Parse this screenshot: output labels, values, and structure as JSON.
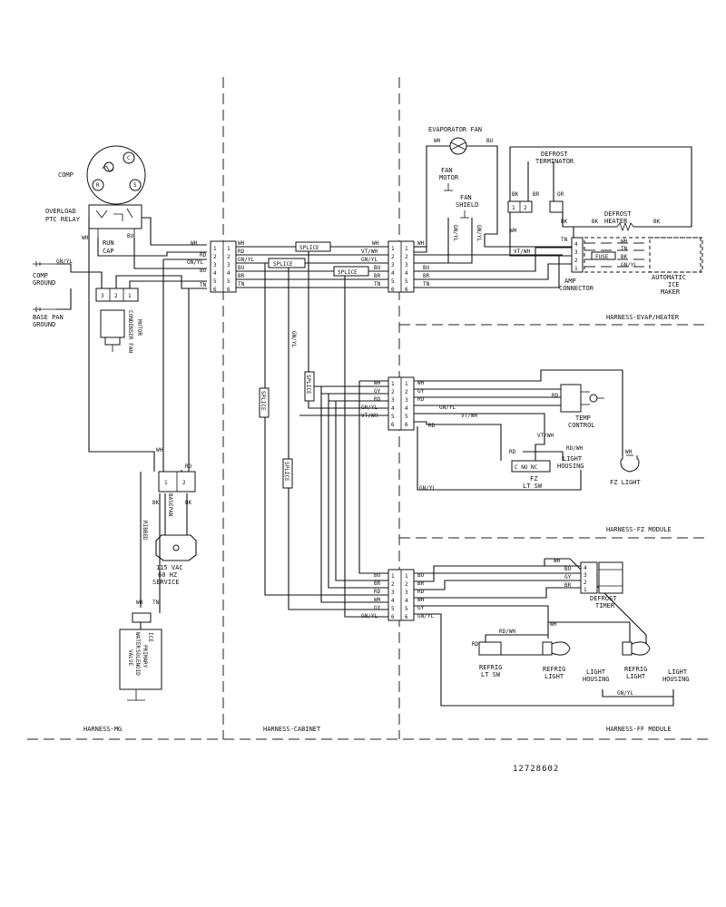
{
  "sections": {
    "mg": "HARNESS-MG",
    "cabinet": "HARNESS-CABINET",
    "ff": "HARNESS-FF MODULE",
    "evap": "HARNESS-EVAP/HEATER",
    "fz": "HARNESS-FZ MODULE"
  },
  "part_number": "12728602",
  "components": {
    "comp": "COMP",
    "comp_r": "R",
    "comp_c": "C",
    "comp_s": "S",
    "overload_1": "OVERLOAD",
    "overload_2": "PTC RELAY",
    "run_cap_1": "RUN",
    "run_cap_2": "CAP",
    "comp_ground_1": "COMP",
    "comp_ground_2": "GROUND",
    "base_pan_ground_1": "BASE PAN",
    "base_pan_ground_2": "GROUND",
    "condenser_fan_1": "CONDENSER FAN",
    "condenser_fan_2": "MOTOR",
    "basepan": "BASEPAN",
    "ribbed": "RIBBED",
    "service_1": "115 VAC",
    "service_2": "60 HZ",
    "service_3": "SERVICE",
    "water_valve_1": "ICE",
    "water_valve_2": "PRIMARY",
    "water_valve_3": "WATER",
    "water_valve_4": "SOLENOID",
    "water_valve_5": "VALVE",
    "evap_fan": "EVAPORATOR FAN",
    "fan_motor_1": "FAN",
    "fan_motor_2": "MOTOR",
    "fan_shield_1": "FAN",
    "fan_shield_2": "SHIELD",
    "defrost_term_1": "DEFROST",
    "defrost_term_2": "TERMINATOR",
    "defrost_heater_1": "DEFROST",
    "defrost_heater_2": "HEATER",
    "fuse": "FUSE",
    "amp_conn_1": "AMP",
    "amp_conn_2": "CONNECTOR",
    "ice_maker_1": "AUTOMATIC",
    "ice_maker_2": "ICE",
    "ice_maker_3": "MAKER",
    "temp_control_1": "TEMP",
    "temp_control_2": "CONTROL",
    "light_housing_1": "LIGHT",
    "light_housing_2": "HOUSING",
    "fz_lt_sw_1": "FZ",
    "fz_lt_sw_2": "LT SW",
    "fz_light": "FZ LIGHT",
    "c_no_nc": "C  NO  NC",
    "defrost_timer_1": "DEFROST",
    "defrost_timer_2": "TIMER",
    "refrig_lt_sw_1": "REFRIG",
    "refrig_lt_sw_2": "LT SW",
    "refrig_light_1": "REFRIG",
    "refrig_light_2": "LIGHT",
    "splice": "SPLICE"
  },
  "wires": {
    "WH": "WH",
    "RD": "RD",
    "GNYL": "GN/YL",
    "BU": "BU",
    "TN": "TN",
    "BK": "BK",
    "VTWH": "VT/WH",
    "BR": "BR",
    "GY": "GY",
    "RDWH": "RD/WH",
    "OR": "OR"
  }
}
